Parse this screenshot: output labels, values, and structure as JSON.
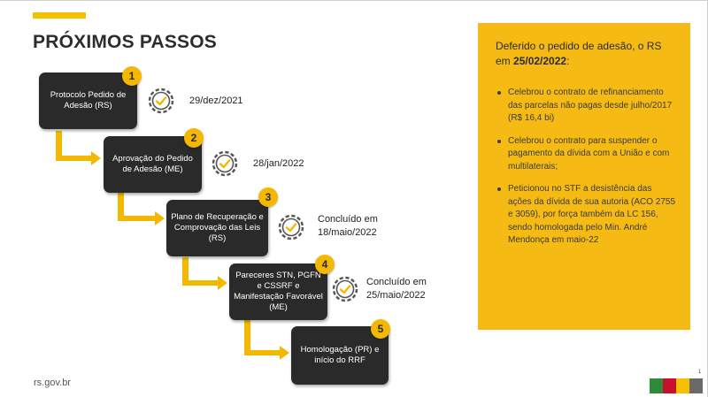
{
  "title": "PRÓXIMOS PASSOS",
  "steps": [
    {
      "number": "1",
      "label": "Protocolo Pedido de Adesão (RS)",
      "status": "29/dez/2021"
    },
    {
      "number": "2",
      "label": "Aprovação do Pedido de Adesão (ME)",
      "status": "28/jan/2022"
    },
    {
      "number": "3",
      "label": "Plano de Recuperação e Comprovação das Leis (RS)",
      "status": "Concluído em 18/maio/2022"
    },
    {
      "number": "4",
      "label": "Pareceres STN, PGFN e CSSRF e Manifestação Favorável (ME)",
      "status": "Concluído em 25/maio/2022"
    },
    {
      "number": "5",
      "label": "Homologação (PR) e início do RRF",
      "status": ""
    }
  ],
  "panel": {
    "heading_prefix": "Deferido o pedido de adesão, o RS em",
    "heading_date": "25/02/2022",
    "heading_suffix": ":",
    "bullets": [
      "Celebrou o contrato de refinanciamento das parcelas não pagas desde julho/2017 (R$ 16,4 bi)",
      "Celebrou o contrato para suspender o pagamento da dívida com a União e com multilaterais;",
      "Peticionou no STF a desistência das ações da dívida de sua autoria (ACO 2755 e 3059), por força também da LC 156, sendo homologada pelo Min. André Mendonça em maio-22"
    ],
    "color": "#f5bb14"
  },
  "footer": {
    "site": "rs.gov.br",
    "page": "1"
  },
  "colors": {
    "accent": "#f5b800",
    "box": "#2a2a2a",
    "flag": [
      "#2e8b3a",
      "#c8102e",
      "#f5c000",
      "#6a6a6a"
    ]
  },
  "icons": {
    "status": "gear-check-icon"
  }
}
